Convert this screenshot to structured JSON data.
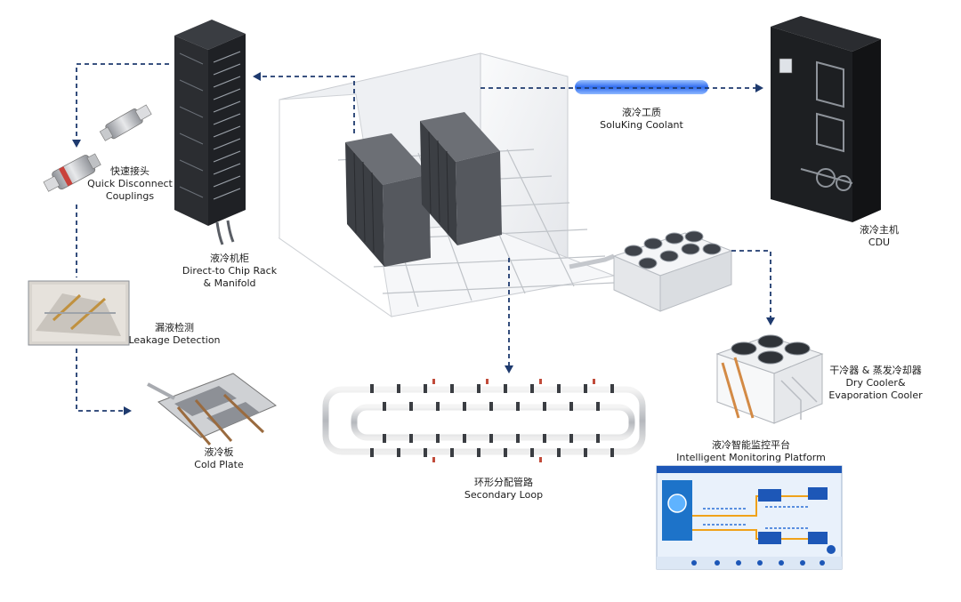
{
  "labels": {
    "coolant": {
      "cn": "液冷工质",
      "en": "SoluKing Coolant"
    },
    "rack": {
      "cn": "液冷机柜",
      "en1": "Direct-to Chip Rack",
      "en2": "& Manifold"
    },
    "couplings": {
      "cn": "快速接头",
      "en1": "Quick Disconnect",
      "en2": "Couplings"
    },
    "cdu": {
      "cn": "液冷主机",
      "en": "CDU"
    },
    "leakage": {
      "cn": "漏液检测",
      "en": "Leakage Detection"
    },
    "drycooler": {
      "cn": "干冷器 & 蒸发冷却器",
      "en1": "Dry Cooler&",
      "en2": "Evaporation Cooler"
    },
    "coldplate": {
      "cn": "液冷板",
      "en": "Cold Plate"
    },
    "loop": {
      "cn": "环形分配管路",
      "en": "Secondary Loop"
    },
    "monitor": {
      "cn": "液冷智能监控平台",
      "en": "Intelligent Monitoring Platform"
    }
  },
  "colors": {
    "arrow": "#1e3a6e",
    "cabinet_dark": "#1f2125",
    "room_wall": "#f2f3f5",
    "coolant_blue": "#2f6cf0",
    "screen_bg": "#e9f1fb",
    "screen_header": "#1d57b7"
  }
}
